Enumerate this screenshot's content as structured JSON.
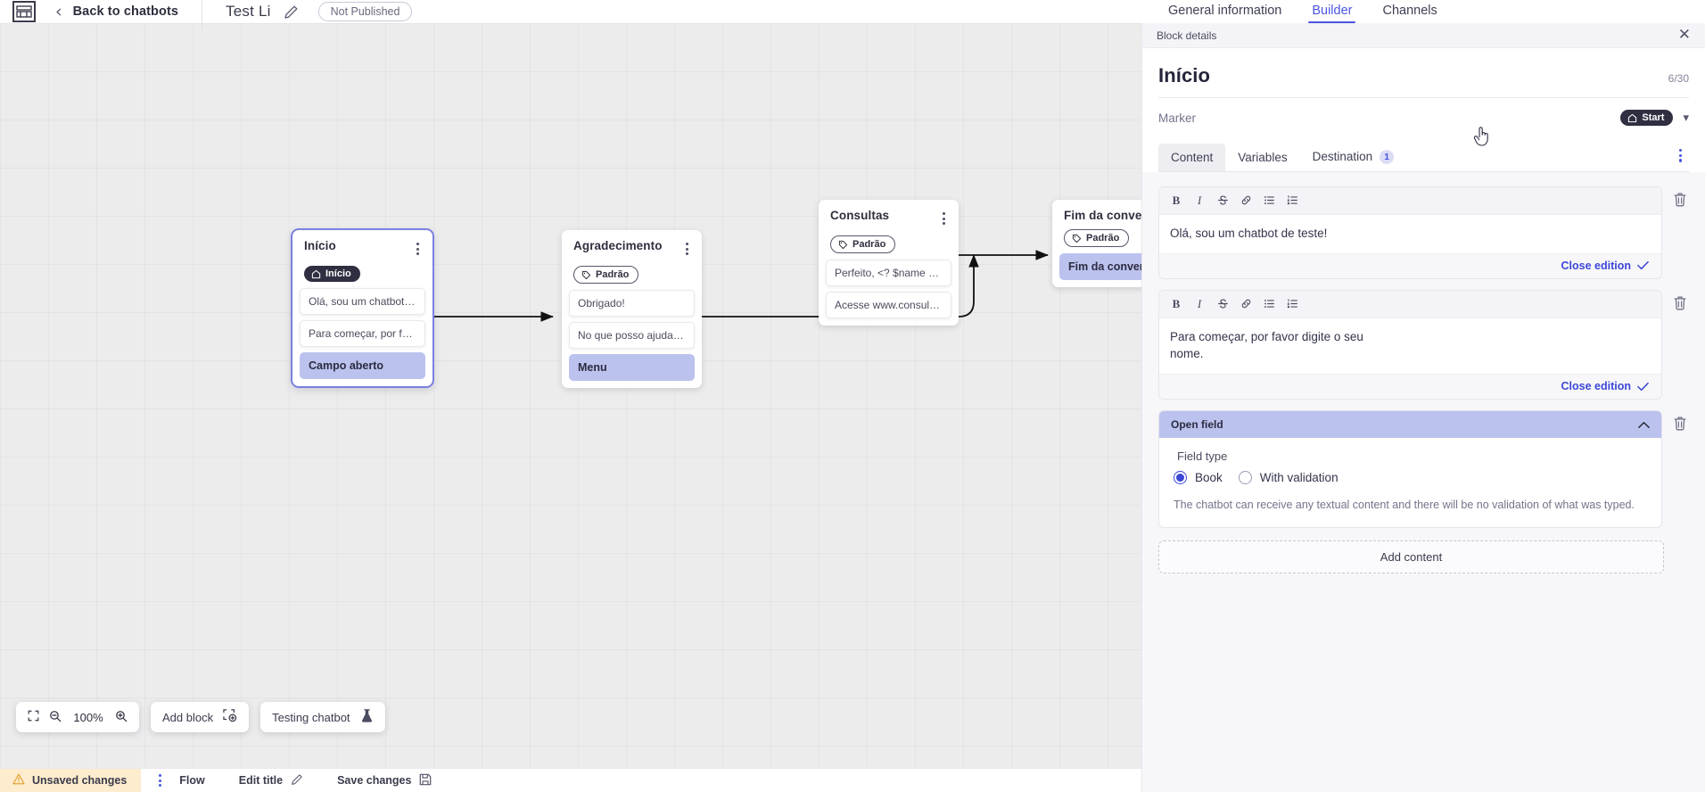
{
  "topbar": {
    "logo_icon": "app-logo-icon",
    "back_icon": "chevron-left-icon",
    "back_label": "Back to chatbots",
    "bot_title": "Test Li",
    "edit_icon": "pencil-icon",
    "status_pill": "Not Published"
  },
  "top_tabs": [
    {
      "label": "General information",
      "active": false
    },
    {
      "label": "Builder",
      "active": true
    },
    {
      "label": "Channels",
      "active": false
    }
  ],
  "panel": {
    "bar_title": "Block details",
    "close_icon": "close-icon",
    "title": "Início",
    "counter": "6/30",
    "marker_label": "Marker",
    "marker_value": "Start",
    "marker_icon": "home-icon",
    "marker_chevron": "chevron-down-icon",
    "kebab_icon": "more-options-icon",
    "tabs": [
      {
        "label": "Content",
        "active": true,
        "badge": ""
      },
      {
        "label": "Variables",
        "active": false,
        "badge": ""
      },
      {
        "label": "Destination",
        "active": false,
        "badge": "1"
      }
    ],
    "toolbar_icons": [
      "bold-icon",
      "italic-icon",
      "strikethrough-icon",
      "link-icon",
      "bullet-list-icon",
      "numbered-list-icon"
    ],
    "close_edition_label": "Close edition",
    "check_icon": "check-icon",
    "trash_icon": "trash-icon",
    "editors": [
      {
        "text": "Olá, sou um chatbot de teste!"
      },
      {
        "text": "Para começar, por favor digite o seu nome."
      }
    ],
    "open_field": {
      "header": "Open field",
      "collapse_icon": "chevron-up-icon",
      "legend": "Field type",
      "options": [
        {
          "label": "Book",
          "checked": true
        },
        {
          "label": "With validation",
          "checked": false
        }
      ],
      "description": "The chatbot can receive any textual content and there will be no validation of what was typed."
    },
    "add_content_label": "Add content"
  },
  "canvas": {
    "nodes": [
      {
        "title": "Início",
        "badge_label": "Início",
        "badge_icon": "home-icon",
        "badge_style": "dark",
        "selected": true,
        "rows": [
          {
            "text": "Olá, sou um chatbot de teste!",
            "accent": false
          },
          {
            "text": "Para começar, por favor digite o ...",
            "accent": false
          },
          {
            "text": "Campo aberto",
            "accent": true
          }
        ]
      },
      {
        "title": "Agradecimento",
        "badge_label": "Padrão",
        "badge_icon": "tag-icon",
        "badge_style": "outline",
        "selected": false,
        "rows": [
          {
            "text": "Obrigado!",
            "accent": false
          },
          {
            "text": "No que posso ajudar, <? $name ...",
            "accent": false
          },
          {
            "text": "Menu",
            "accent": true
          }
        ]
      },
      {
        "title": "Consultas",
        "badge_label": "Padrão",
        "badge_icon": "tag-icon",
        "badge_style": "outline",
        "selected": false,
        "rows": [
          {
            "text": "Perfeito, <? $name ?>!",
            "accent": false
          },
          {
            "text": "Acesse www.consultas.com par...",
            "accent": false
          }
        ]
      },
      {
        "title": "Fim da conversa",
        "badge_label": "Padrão",
        "badge_icon": "tag-icon",
        "badge_style": "outline",
        "selected": false,
        "rows": [
          {
            "text": "Fim da conversa",
            "accent": true
          }
        ]
      }
    ]
  },
  "tools": {
    "fit_icon": "fit-screen-icon",
    "zoom_out_icon": "zoom-out-icon",
    "zoom_level": "100%",
    "zoom_in_icon": "zoom-in-icon",
    "add_block_label": "Add block",
    "add_block_icon": "add-block-icon",
    "testing_label": "Testing chatbot",
    "testing_icon": "flask-icon"
  },
  "statusbar": {
    "warning_icon": "warning-icon",
    "unsaved_label": "Unsaved changes",
    "kebab_icon": "more-options-icon",
    "flow_label": "Flow",
    "edit_title_label": "Edit title",
    "edit_title_icon": "pencil-icon",
    "save_label": "Save changes",
    "save_icon": "save-icon"
  },
  "colors": {
    "accent": "#4a55e0",
    "node_accent": "#bcc2ee",
    "warning_bg": "#fdeccd",
    "canvas_bg": "#ececed"
  }
}
